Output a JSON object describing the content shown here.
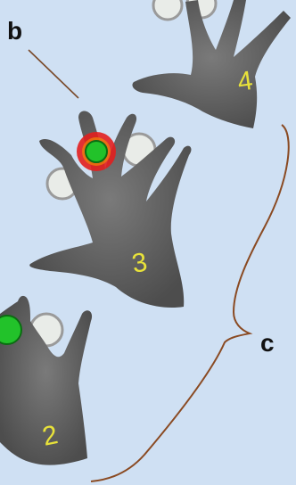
{
  "labels": {
    "b": "b",
    "c": "c"
  },
  "hands": [
    {
      "id": "4",
      "number": "4"
    },
    {
      "id": "3",
      "number": "3"
    },
    {
      "id": "2",
      "number": "2"
    }
  ],
  "colors": {
    "background": "#cfe0f3",
    "hand": "#5e5e5e",
    "finger_marker": "#e9ece8",
    "active_marker": "#22c22a",
    "ring": "#e21f1f",
    "number": "#e8e23a",
    "bracket": "#8a4a22"
  }
}
